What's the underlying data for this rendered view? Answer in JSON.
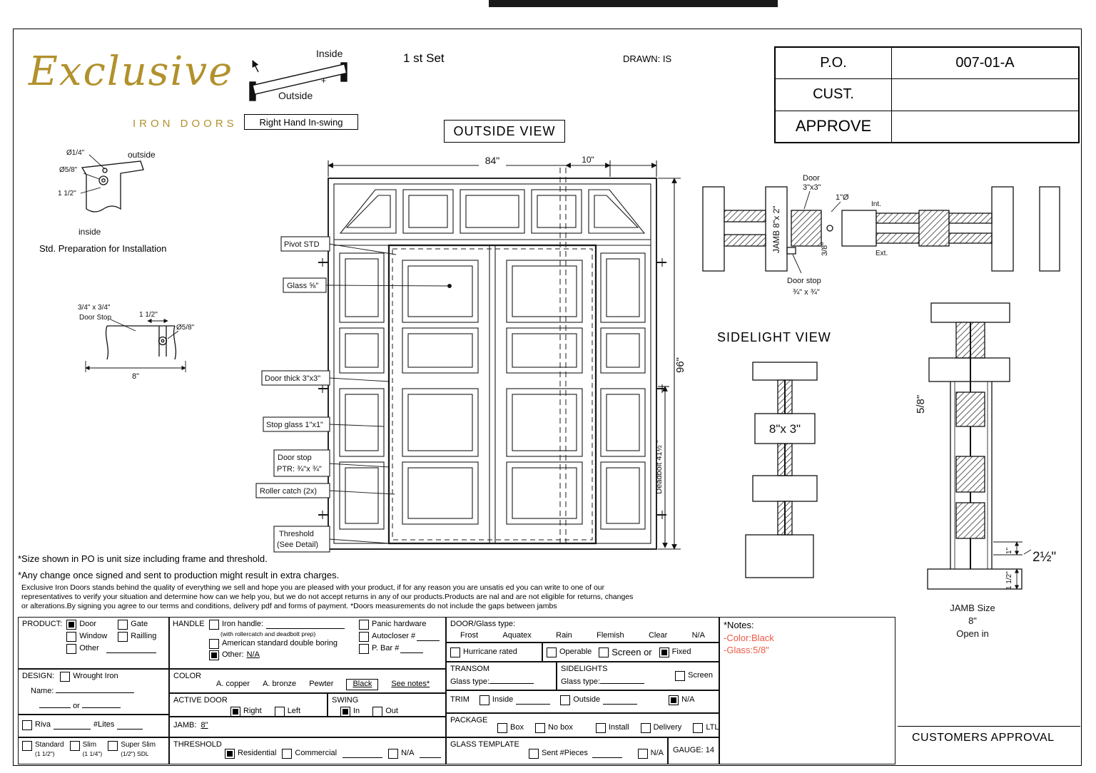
{
  "colors": {
    "gold": "#b2912c",
    "note_red": "#ee5a45"
  },
  "header": {
    "logo": "Exclusive",
    "logo_sub": "IRON DOORS",
    "set": "1 st Set",
    "drawn": "DRAWN: IS",
    "swing": {
      "inside": "Inside",
      "outside": "Outside",
      "plus": "+",
      "label": "Right Hand In-swing"
    }
  },
  "titleblock": {
    "po_label": "P.O.",
    "po_value": "007-01-A",
    "cust_label": "CUST.",
    "cust_value": "",
    "approve_label": "APPROVE",
    "approve_value": ""
  },
  "prep_detail": {
    "d1": "Ø1/4\"",
    "d2": "Ø5/8\"",
    "d3": "1 1/2\"",
    "outside": "outside",
    "inside": "inside",
    "caption": "Std. Preparation for Installation"
  },
  "stop_detail": {
    "t1": "3/4\" x 3/4\"",
    "t2": "Door Stop",
    "d1": "1 1/2\"",
    "d2": "Ø5/8\"",
    "d3": "8\""
  },
  "outside_view": {
    "title": "OUTSIDE VIEW",
    "dim_width": "84\"",
    "dim_inset": "10\"",
    "dim_height": "96\"",
    "dim_deadbolt": "Deadbolt 41½ \"",
    "callout_pivot": "Pivot STD",
    "callout_glass": "Glass ⅝\"",
    "callout_door_thick": "Door thick 3\"x3\"",
    "callout_stop_glass": "Stop glass 1\"x1\"",
    "callout_door_stop1": "Door stop",
    "callout_door_stop2": "PTR: ¾\"x ¾\"",
    "callout_roller": "Roller catch  (2x)",
    "callout_threshold1": "Threshold",
    "callout_threshold2": "(See Detail)"
  },
  "plan_section": {
    "door": "Door",
    "door_size": "3\"x3\"",
    "hole": "1\"Ø",
    "jamb": "JAMB 8\"x 2\"",
    "int": "Int.",
    "ext": "Ext.",
    "gap": "3/8\"",
    "stop1": "Door stop",
    "stop2": "¾\" x ¾\""
  },
  "sidelight_view": {
    "title": "SIDELIGHT VIEW",
    "size": "8\"x 3\""
  },
  "jamb_detail": {
    "glass": "5/8\"",
    "dim_a": "2½\"",
    "dim_b": "1\"",
    "dim_c": "1 1/2\"",
    "size1": "JAMB Size",
    "size2": "8\"",
    "size3": "Open in"
  },
  "notes": {
    "line1": "*Size shown in PO is unit size including frame and threshold.",
    "line2": "*Any change once signed and sent to production might result in extra charges.",
    "para1": "Exclusive Iron Doors stands behind the quality of everything we sell and hope you are pleased with your product, if for any reason you are unsatis ed you can write to one of our",
    "para2": "representatives to verify your situation and determine how can we help you, but we do not accept returns in any of our products.Products are  nal and are not eligible for returns, changes",
    "para3": "or alterations.By signing you agree to our terms and conditions, delivery pdf and forms of payment. *Doors measurements do not include the gaps between jambs"
  },
  "form": {
    "product": {
      "label": "PRODUCT:",
      "door": {
        "label": "Door",
        "checked": true
      },
      "gate": {
        "label": "Gate",
        "checked": false
      },
      "window": {
        "label": "Window",
        "checked": false
      },
      "railing": {
        "label": "Railling",
        "checked": false
      },
      "other": {
        "label": "Other",
        "checked": false
      }
    },
    "handle": {
      "label": "HANDLE",
      "iron": {
        "label": "Iron handle:",
        "checked": false
      },
      "iron_note": "(with rollercatch and deadbolt prep)",
      "american": {
        "label": "American standard double boring",
        "checked": false
      },
      "other": {
        "label": "Other:",
        "checked": true,
        "value": "N/A"
      },
      "panic": {
        "label": "Panic hardware",
        "checked": false
      },
      "autocloser": {
        "label": "Autocloser #",
        "checked": false
      },
      "pbar": {
        "label": "P. Bar #",
        "checked": false
      }
    },
    "design": {
      "label": "DESIGN:",
      "wrought": {
        "label": "Wrought Iron",
        "checked": false
      },
      "name_label": "Name:",
      "or_label": "or"
    },
    "riva": {
      "riva": {
        "label": "Riva",
        "checked": false
      },
      "lites_label": "#Lites"
    },
    "sdl": {
      "standard": {
        "label": "Standard",
        "sub": "(1 1/2\")",
        "checked": false
      },
      "slim": {
        "label": "Slim",
        "sub": "(1 1/4\")",
        "checked": false
      },
      "super": {
        "label": "Super Slim",
        "sub": "(1/2\") SDL",
        "checked": false
      }
    },
    "color": {
      "label": "COLOR",
      "opts": [
        "A. copper",
        "A. bronze",
        "Pewter"
      ],
      "selected": "Black",
      "see_notes": "See notes*"
    },
    "active_door": {
      "label": "ACTIVE DOOR",
      "right": {
        "label": "Right",
        "checked": true
      },
      "left": {
        "label": "Left",
        "checked": false
      }
    },
    "swing": {
      "label": "SWING",
      "in_opt": {
        "label": "In",
        "checked": true
      },
      "out_opt": {
        "label": "Out",
        "checked": false
      }
    },
    "jamb": {
      "label": "JAMB:",
      "value": "8\""
    },
    "threshold": {
      "label": "THRESHOLD",
      "residential": {
        "label": "Residential",
        "checked": true
      },
      "commercial": {
        "label": "Commercial",
        "checked": false
      },
      "na": {
        "label": "N/A",
        "checked": false
      }
    },
    "door_glass": {
      "label": "DOOR/Glass type:",
      "opts": [
        "Frost",
        "Aquatex",
        "Rain",
        "Flemish",
        "Clear",
        "N/A"
      ]
    },
    "hurricane": {
      "label": "Hurricane rated",
      "checked": false
    },
    "operable": {
      "operable": {
        "label": "Operable",
        "checked": false
      },
      "screen": {
        "label": "Screen or",
        "checked": false
      },
      "fixed": {
        "label": "Fixed",
        "checked": true
      }
    },
    "transom": {
      "label": "TRANSOM",
      "glass_label": "Glass type:"
    },
    "sidelights": {
      "label": "SIDELIGHTS",
      "glass_label": "Glass type:",
      "screen": {
        "label": "Screen",
        "checked": false
      }
    },
    "trim": {
      "label": "TRIM",
      "inside": {
        "label": "Inside",
        "checked": false
      },
      "outside": {
        "label": "Outside",
        "checked": false
      },
      "na": {
        "label": "N/A",
        "checked": true
      }
    },
    "package": {
      "label": "PACKAGE",
      "box": {
        "label": "Box",
        "checked": false
      },
      "nobox": {
        "label": "No box",
        "checked": false
      },
      "install": {
        "label": "Install",
        "checked": false
      },
      "delivery": {
        "label": "Delivery",
        "checked": false
      },
      "ltl": {
        "label": "LTL",
        "checked": false
      }
    },
    "glass_template": {
      "label": "GLASS TEMPLATE",
      "sent": {
        "label": "Sent #Pieces",
        "checked": false
      },
      "na": {
        "label": "N/A",
        "checked": false
      }
    },
    "gauge": {
      "label": "GAUGE: 14"
    },
    "notes": {
      "label": "*Notes:",
      "line1": "-Color:Black",
      "line2": "-Glass:5/8\""
    }
  },
  "approval": "CUSTOMERS APPROVAL"
}
